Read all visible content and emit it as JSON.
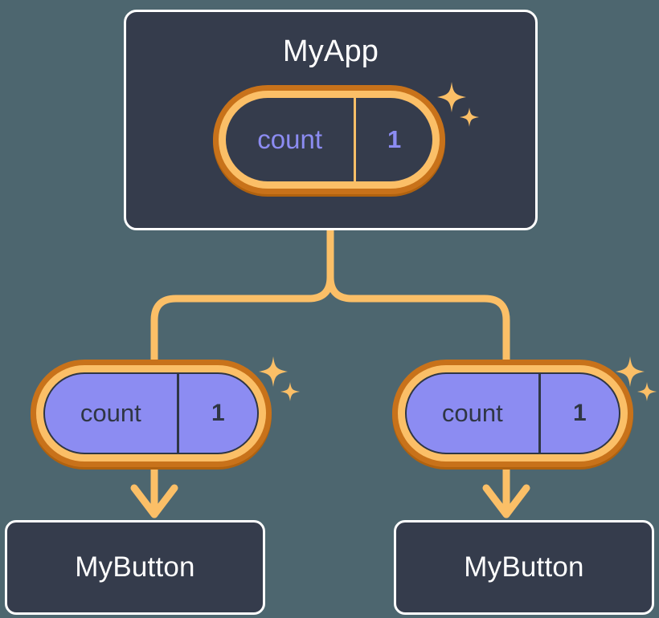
{
  "diagram": {
    "title_hidden": "",
    "background_color": "#4d666f",
    "accent_color": "#fbbf67",
    "accent_dark_color": "#c8721a",
    "box_color": "#353c4c",
    "state_color": "#8c8cf2"
  },
  "root": {
    "name": "MyApp",
    "state": {
      "key": "count",
      "value": "1"
    }
  },
  "children": [
    {
      "state": {
        "key": "count",
        "value": "1"
      },
      "name": "MyButton"
    },
    {
      "state": {
        "key": "count",
        "value": "1"
      },
      "name": "MyButton"
    }
  ],
  "icons": {
    "sparkle": "sparkle-icon",
    "arrow": "arrow-down-icon"
  }
}
